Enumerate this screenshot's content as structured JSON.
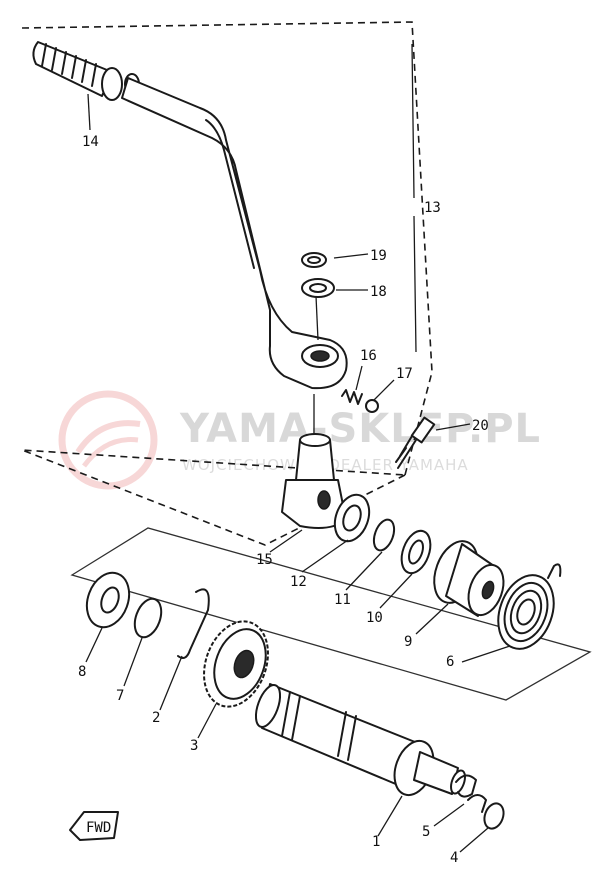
{
  "labels": {
    "p1": "1",
    "p2": "2",
    "p3": "3",
    "p4": "4",
    "p5": "5",
    "p6": "6",
    "p7": "7",
    "p8": "8",
    "p9": "9",
    "p10": "10",
    "p11": "11",
    "p12": "12",
    "p13": "13",
    "p14": "14",
    "p15": "15",
    "p16": "16",
    "p17": "17",
    "p18": "18",
    "p19": "19",
    "p20": "20"
  },
  "fwd_marker": "FWD",
  "watermark": {
    "brand": "YAMA-SKLEP.PL",
    "tagline": "WOJCIECHOWSKI DEALER YAMAHA"
  },
  "colors": {
    "line": "#1a1a1a",
    "watermark_logo": "#f2b8b8",
    "watermark_text": "#d8d8d8"
  }
}
